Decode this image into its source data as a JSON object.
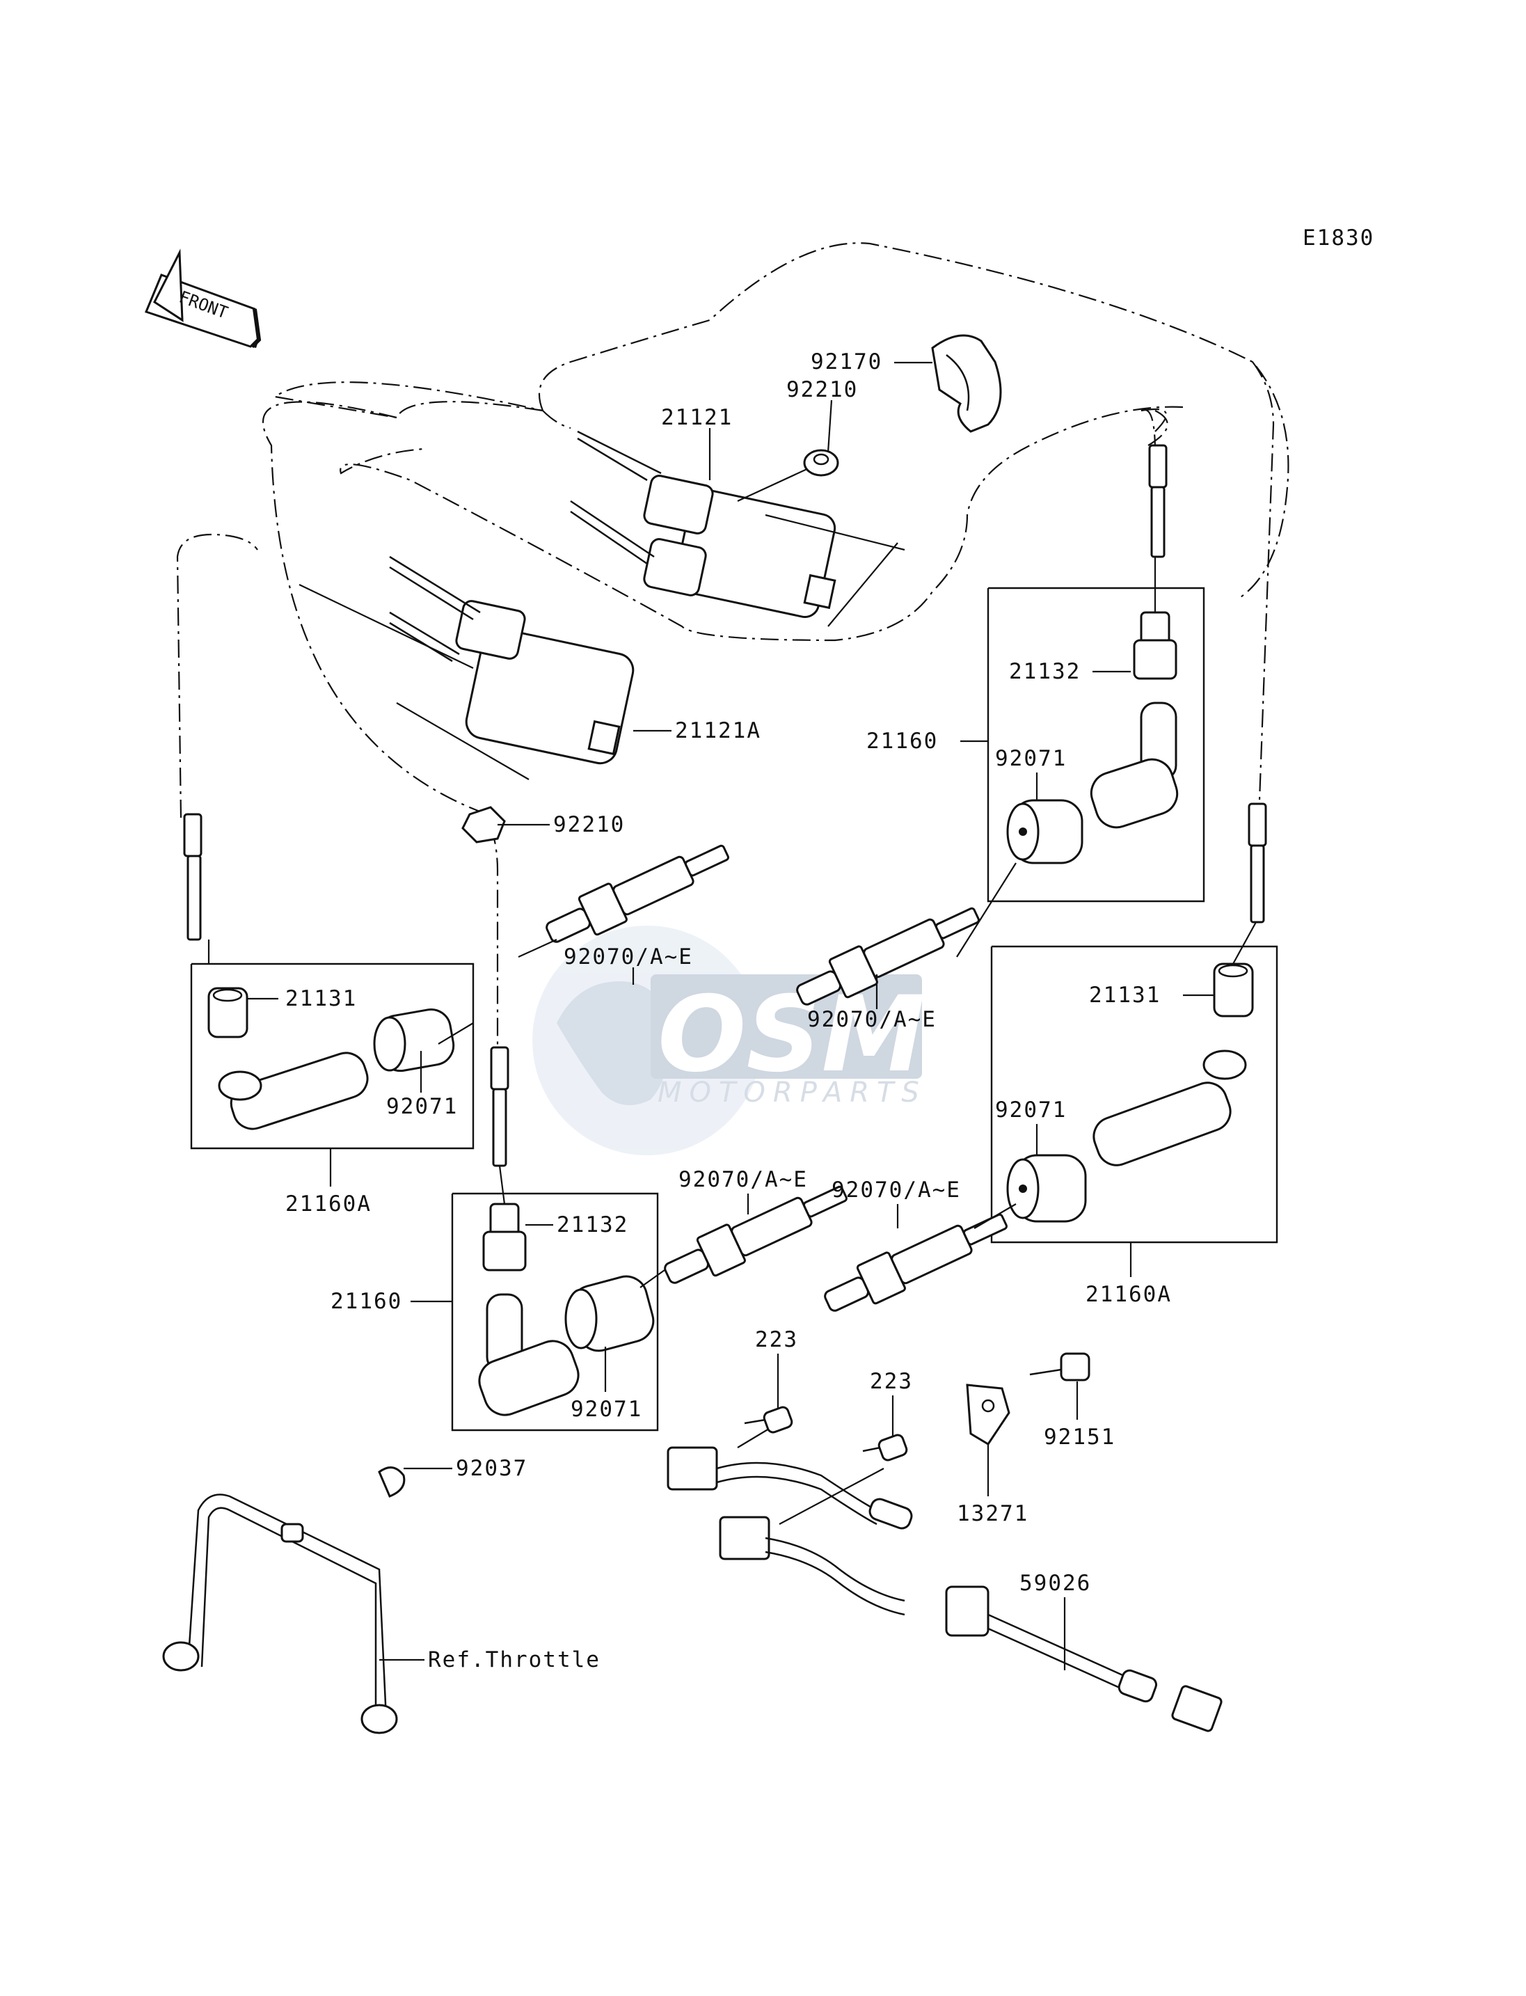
{
  "diagram": {
    "code": "E1830",
    "front_label": "FRONT",
    "watermark": {
      "brand": "OSM",
      "tagline": "MOTORPARTS",
      "color": "#9fb2c8"
    },
    "callouts": {
      "p92170": "92170",
      "p92210_top": "92210",
      "p21121": "21121",
      "p21121A": "21121A",
      "p92210_mid": "92210",
      "p21132_right": "21132",
      "p21160_right": "21160",
      "p92071_right_top": "92071",
      "p92070_a": "92070/A~E",
      "p92070_b": "92070/A~E",
      "p21131_left": "21131",
      "p92071_left": "92071",
      "p21160A_left": "21160A",
      "p21131_right": "21131",
      "p92071_right_mid": "92071",
      "p92070_c": "92070/A~E",
      "p92070_d": "92070/A~E",
      "p21132_mid": "21132",
      "p21160_mid": "21160",
      "p92071_mid": "92071",
      "p21160A_right": "21160A",
      "p223_a": "223",
      "p223_b": "223",
      "p92151": "92151",
      "p13271": "13271",
      "p92037": "92037",
      "p59026": "59026",
      "ref_throttle": "Ref.Throttle"
    }
  }
}
